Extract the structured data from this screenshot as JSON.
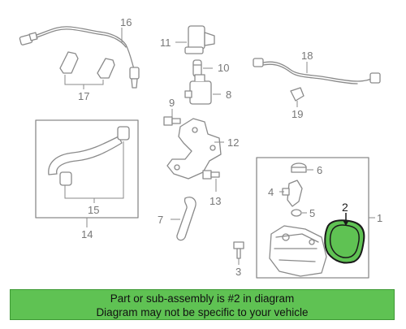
{
  "callouts": [
    {
      "id": "16",
      "label": "16"
    },
    {
      "id": "11",
      "label": "11"
    },
    {
      "id": "10",
      "label": "10"
    },
    {
      "id": "8",
      "label": "8"
    },
    {
      "id": "9",
      "label": "9"
    },
    {
      "id": "12",
      "label": "12"
    },
    {
      "id": "13",
      "label": "13"
    },
    {
      "id": "7",
      "label": "7"
    },
    {
      "id": "17",
      "label": "17"
    },
    {
      "id": "15",
      "label": "15"
    },
    {
      "id": "14",
      "label": "14"
    },
    {
      "id": "18",
      "label": "18"
    },
    {
      "id": "19",
      "label": "19"
    },
    {
      "id": "6",
      "label": "6"
    },
    {
      "id": "4",
      "label": "4"
    },
    {
      "id": "5",
      "label": "5"
    },
    {
      "id": "2",
      "label": "2"
    },
    {
      "id": "1",
      "label": "1"
    },
    {
      "id": "3",
      "label": "3"
    }
  ],
  "highlight": {
    "part_number": "2",
    "color": "#5fc253"
  },
  "banner": {
    "line1": "Part or sub-assembly is #2 in diagram",
    "line2": "Diagram may not be specific to your vehicle",
    "color": "#5fc253"
  }
}
